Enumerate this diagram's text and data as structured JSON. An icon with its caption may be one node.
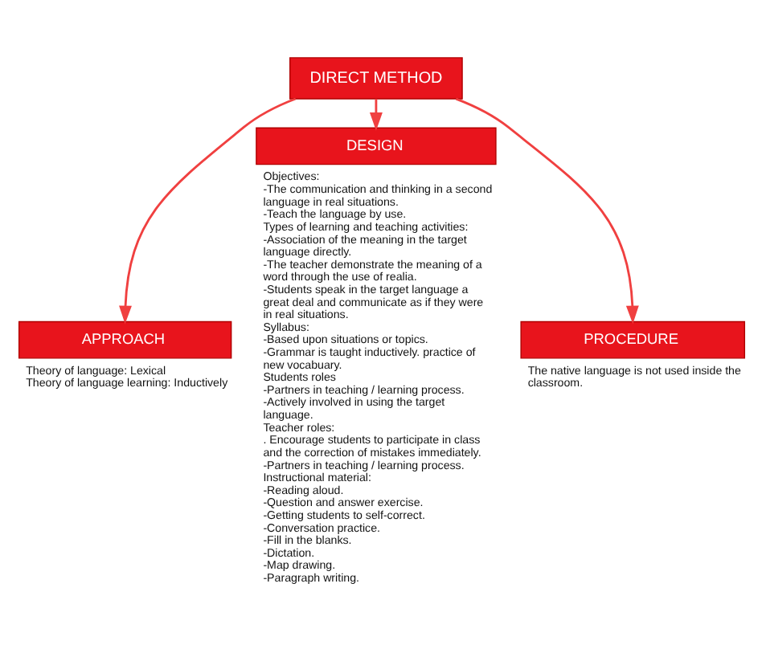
{
  "diagram": {
    "nodes": [
      {
        "text": [
          "DIRECT METHOD"
        ]
      },
      {
        "text": [
          "APPROACH"
        ],
        "beside": [
          "Theory of language: Lexical",
          "Theory of language learning: Inductively"
        ]
      },
      {
        "text": [
          "DESIGN"
        ],
        "beside": [
          "Objectives:",
          "-The communication and thinking in a second language in real situations.",
          "-Teach the language by use.",
          "Types of learning and teaching activities:",
          "-Association of the meaning in the target language directly.",
          "-The teacher demonstrate the meaning of a word through the use of realia.",
          "-Students speak in the target language a great deal and communicate as if they were in real situations.",
          "Syllabus:",
          "-Based upon situations or topics.",
          "-Grammar is taught inductively. practice of new vocabuary.",
          "Students roles",
          "-Partners in teaching / learning process.",
          "-Actively involved in using the target language.",
          "Teacher roles:",
          ". Encourage students to participate in class and the correction of mistakes immediately.",
          "-Partners in teaching / learning process.",
          "Instructional material:",
          "-Reading aloud.",
          "-Question and answer exercise.",
          "-Getting students to self-correct.",
          "-Conversation practice.",
          "-Fill in the blanks.",
          "-Dictation.",
          "-Map drawing.",
          "-Paragraph writing."
        ]
      },
      {
        "text": [
          "PROCEDURE"
        ],
        "beside": [
          "The native language is not used inside the classroom."
        ]
      }
    ],
    "edges": [
      {
        "from": 0,
        "to": 1,
        "arrow": "to"
      },
      {
        "from": 0,
        "to": 2,
        "arrow": "to"
      },
      {
        "from": 0,
        "to": 3,
        "arrow": "to"
      }
    ]
  }
}
